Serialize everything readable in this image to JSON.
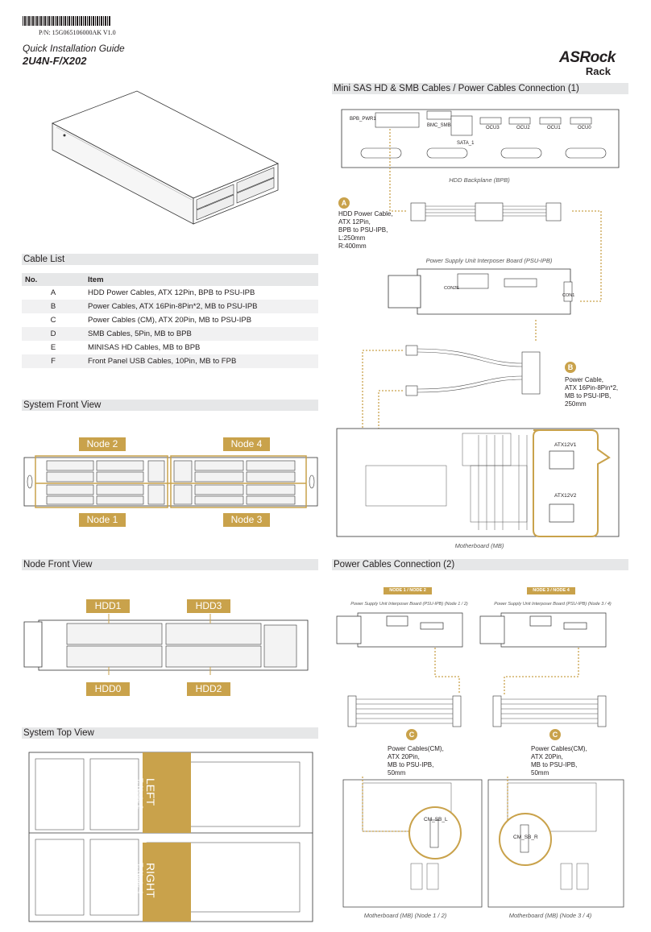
{
  "header": {
    "part_number": "P/N: 15G065106000AK V1.0",
    "guide_title": "Quick Installation Guide",
    "model": "2U4N-F/X202",
    "brand_top": "ASRock",
    "brand_sub": "Rack"
  },
  "sections": {
    "cable_list": "Cable List",
    "system_front": "System Front View",
    "node_front": "Node Front View",
    "system_top": "System Top View",
    "mini_sas": "Mini SAS HD & SMB Cables / Power Cables Connection (1)",
    "power_cables_2": "Power Cables Connection (2)"
  },
  "cable_table": {
    "col_no": "No.",
    "col_item": "Item",
    "rows": [
      {
        "no": "A",
        "item": "HDD Power Cables, ATX 12Pin, BPB to PSU-IPB"
      },
      {
        "no": "B",
        "item": "Power Cables, ATX 16Pin-8Pin*2, MB to PSU-IPB"
      },
      {
        "no": "C",
        "item": "Power Cables (CM), ATX 20Pin, MB to PSU-IPB"
      },
      {
        "no": "D",
        "item": "SMB Cables, 5Pin, MB to BPB"
      },
      {
        "no": "E",
        "item": "MINISAS HD Cables, MB to BPB"
      },
      {
        "no": "F",
        "item": "Front Panel USB Cables, 10Pin, MB to FPB"
      }
    ]
  },
  "front_view": {
    "node2": "Node 2",
    "node4": "Node 4",
    "node1": "Node 1",
    "node3": "Node 3"
  },
  "node_front": {
    "hdd1": "HDD1",
    "hdd3": "HDD3",
    "hdd0": "HDD0",
    "hdd2": "HDD2"
  },
  "top_view": {
    "left": "LEFT",
    "left_t": "T: Node 2",
    "left_b": "B: Node 1",
    "right": "RIGHT",
    "right_t": "T: Node 4",
    "right_b": "B: Node 3"
  },
  "right_panel": {
    "bpb_pwr": "BPB_PWR1",
    "bmc_smb": "BMC_SMB",
    "sata": "SATA_1",
    "ocu3": "OCU3",
    "ocu2": "OCU2",
    "ocu1": "OCU1",
    "ocu0": "OCU0",
    "hdd_backplane": "HDD Backplane (BPB)",
    "badge_a": "A",
    "note_a_1": "HDD Power Cable,",
    "note_a_2": "ATX 12Pin,",
    "note_a_3": "BPB to PSU-IPB,",
    "note_a_4": "L:250mm",
    "note_a_5": "R:400mm",
    "psu_ipb": "Power Supply Unit Interposer Board (PSU-IPB)",
    "con2e": "CON2E",
    "con1": "CON1",
    "badge_b": "B",
    "note_b_1": "Power Cable,",
    "note_b_2": "ATX 16Pin-8Pin*2,",
    "note_b_3": "MB to PSU-IPB,",
    "note_b_4": "250mm",
    "atx1": "ATX12V1",
    "atx2": "ATX12V2",
    "mb": "Motherboard (MB)"
  },
  "bottom_right": {
    "node12_tag": "NODE 1 / NODE 2",
    "node34_tag": "NODE 3 / NODE 4",
    "psu12": "Power Supply Unit Interposer Board (PSU-IPB) (Node 1 / 2)",
    "psu34": "Power Supply Unit Interposer Board (PSU-IPB) (Node 3 / 4)",
    "badge_c": "C",
    "note_c_1": "Power Cables(CM),",
    "note_c_2": "ATX 20Pin,",
    "note_c_3": "MB to PSU-IPB,",
    "note_c_4": "50mm",
    "cm_l": "CM_SB_L",
    "cm_r": "CM_SB_R",
    "mb12": "Motherboard (MB) (Node 1 / 2)",
    "mb34": "Motherboard (MB) (Node 3 / 4)"
  },
  "colors": {
    "accent": "#c9a24b",
    "section_bg": "#e6e7e8",
    "line": "#231f20"
  }
}
